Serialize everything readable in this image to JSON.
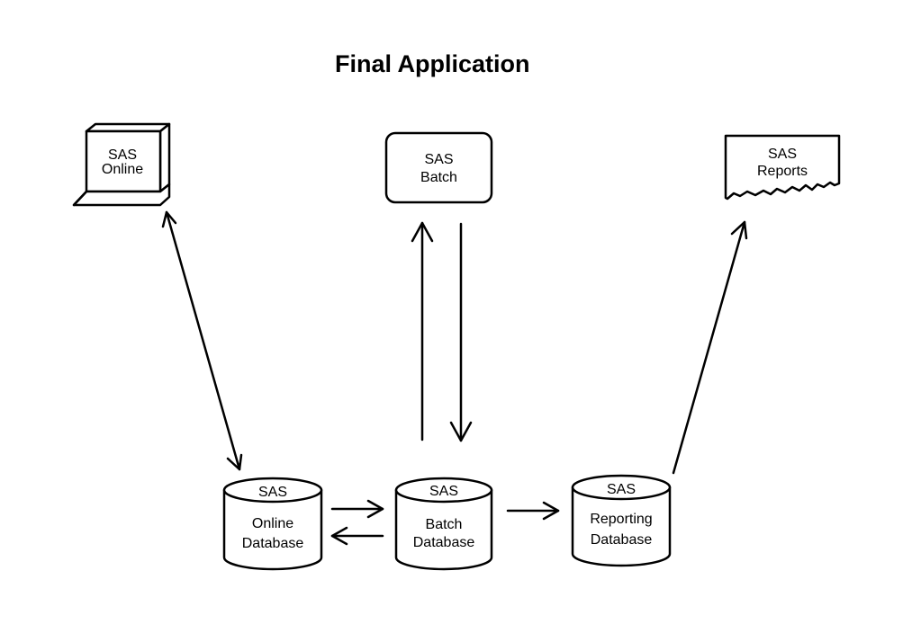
{
  "title": "Final Application",
  "nodes": {
    "sas_online": {
      "line1": "SAS",
      "line2": "Online"
    },
    "sas_batch": {
      "line1": "SAS",
      "line2": "Batch"
    },
    "sas_reports": {
      "line1": "SAS",
      "line2": "Reports"
    },
    "online_db": {
      "top": "SAS",
      "line1": "Online",
      "line2": "Database"
    },
    "batch_db": {
      "top": "SAS",
      "line1": "Batch",
      "line2": "Database"
    },
    "reporting_db": {
      "top": "SAS",
      "line1": "Reporting",
      "line2": "Database"
    }
  },
  "edges": [
    {
      "from": "sas_online",
      "to": "online_db",
      "direction": "both"
    },
    {
      "from": "batch_db",
      "to": "sas_batch",
      "direction": "forward"
    },
    {
      "from": "sas_batch",
      "to": "batch_db",
      "direction": "forward"
    },
    {
      "from": "online_db",
      "to": "batch_db",
      "direction": "forward"
    },
    {
      "from": "batch_db",
      "to": "online_db",
      "direction": "forward"
    },
    {
      "from": "batch_db",
      "to": "reporting_db",
      "direction": "forward"
    },
    {
      "from": "reporting_db",
      "to": "sas_reports",
      "direction": "forward"
    }
  ]
}
